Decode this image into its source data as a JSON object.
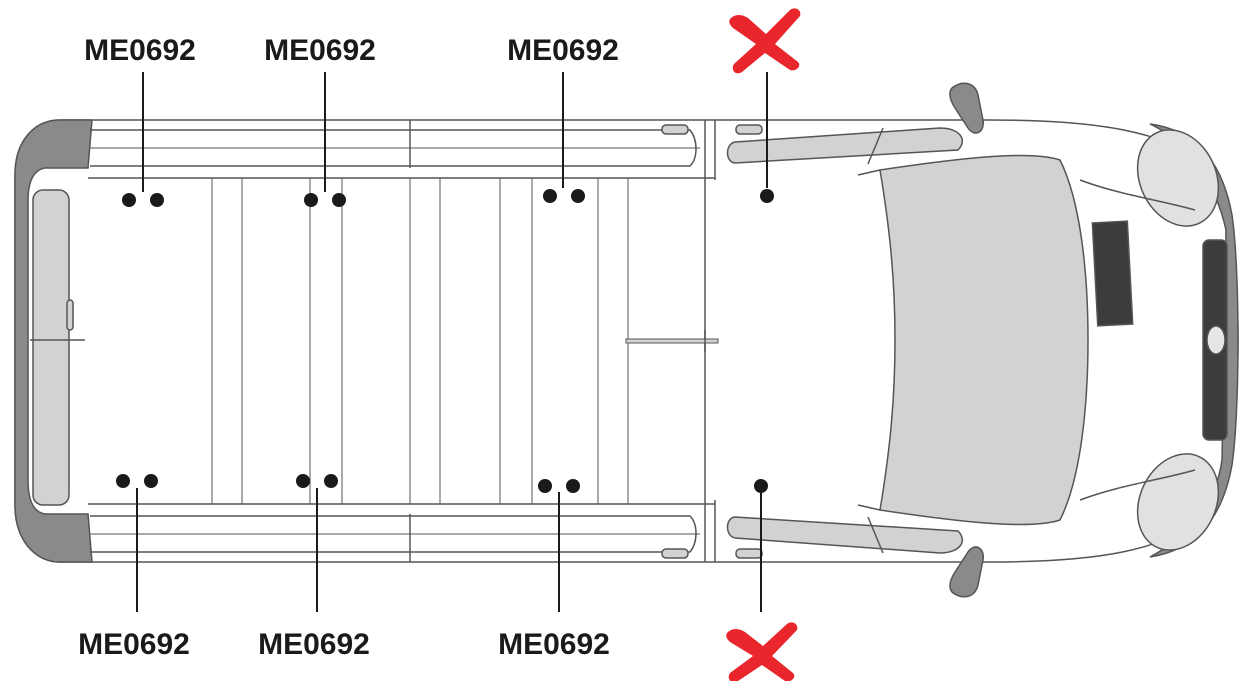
{
  "diagram": {
    "part_label": "ME0692",
    "colors": {
      "body_fill": "#ffffff",
      "outline": "#555555",
      "bumper": "#888888",
      "glass": "#d2d2d4",
      "dot": "#1a1a1a",
      "cross": "#e8262b"
    },
    "labels": {
      "top_1": "ME0692",
      "top_2": "ME0692",
      "top_3": "ME0692",
      "bottom_1": "ME0692",
      "bottom_2": "ME0692",
      "bottom_3": "ME0692"
    },
    "excluded_marker": "cross-icon"
  }
}
